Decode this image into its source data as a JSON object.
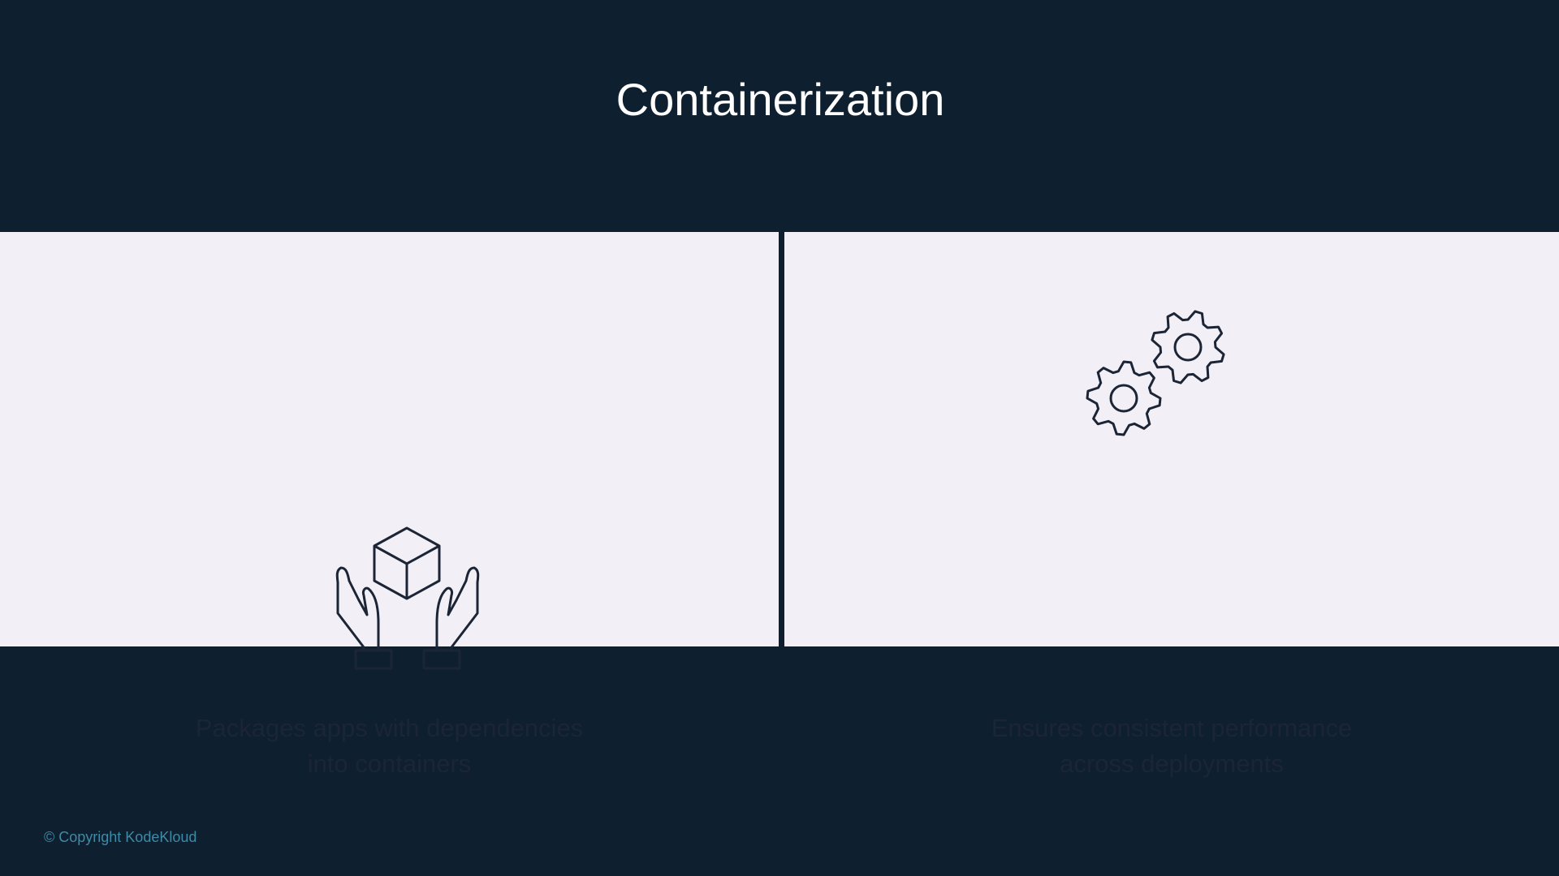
{
  "slide": {
    "title": "Containerization",
    "cards": [
      {
        "icon": "hands-holding-box-icon",
        "caption_line1": "Packages apps with dependencies",
        "caption_line2": "into containers"
      },
      {
        "icon": "gears-icon",
        "caption_line1": "Ensures consistent performance",
        "caption_line2": "across deployments"
      }
    ],
    "copyright": "© Copyright KodeKloud"
  },
  "colors": {
    "background": "#0e1f30",
    "panel": "#f3eff6",
    "text": "#1b2536",
    "copyright": "#3f8aa6"
  }
}
